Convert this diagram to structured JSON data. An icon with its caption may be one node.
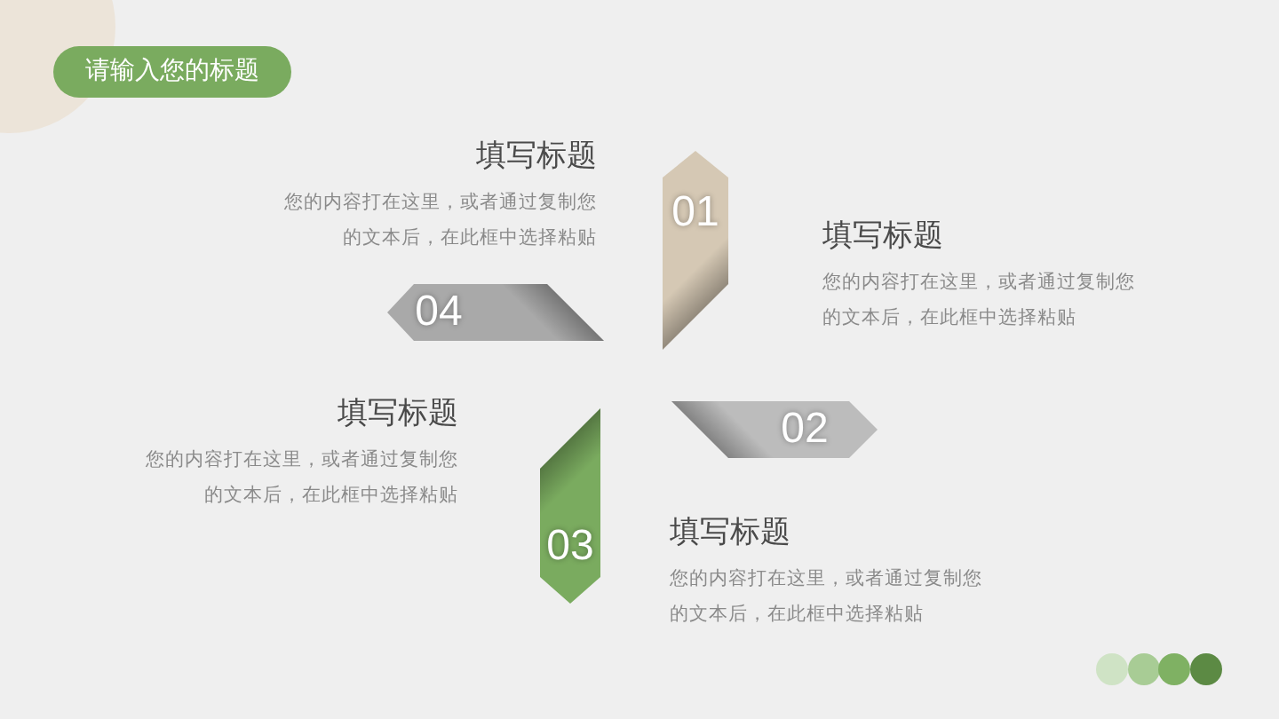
{
  "diagram": {
    "title": "请输入您的标题",
    "nodes": [
      {
        "text": [
          "01"
        ],
        "beside": [
          "填写标题",
          "您的内容打在这里，或者通过复制您的文本后，在此框中选择粘贴"
        ]
      },
      {
        "text": [
          "02"
        ],
        "beside": [
          "填写标题",
          "您的内容打在这里，或者通过复制您的文本后，在此框中选择粘贴"
        ]
      },
      {
        "text": [
          "03"
        ],
        "beside": [
          "填写标题",
          "您的内容打在这里，或者通过复制您的文本后，在此框中选择粘贴"
        ]
      },
      {
        "text": [
          "04"
        ],
        "beside": [
          "填写标题",
          "您的内容打在这里，或者通过复制您的文本后，在此框中选择粘贴"
        ]
      }
    ]
  }
}
